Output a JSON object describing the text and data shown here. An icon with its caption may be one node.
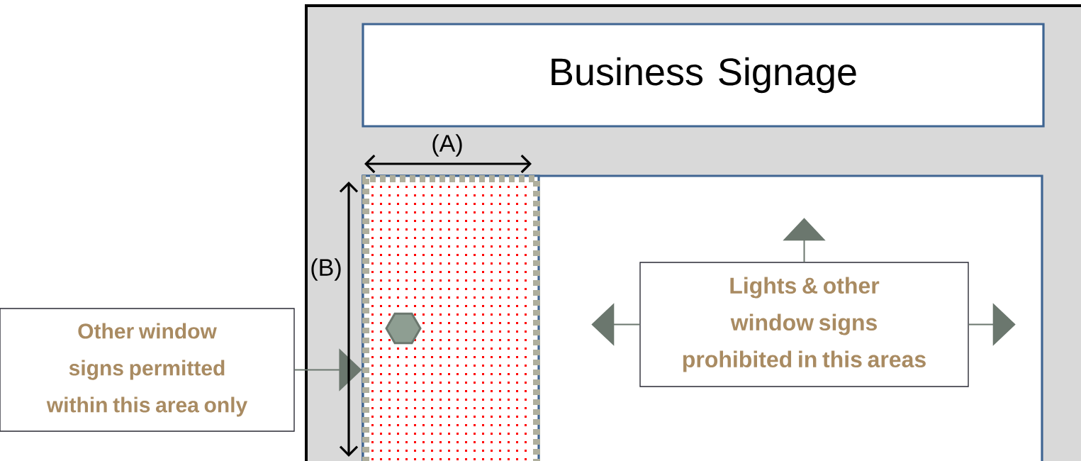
{
  "diagram": {
    "nodes": [
      {
        "text": [
          "Business Signage"
        ]
      },
      {
        "text": [],
        "shape": "box"
      },
      {
        "text": [
          "Lights & other window signs prohibited in this areas"
        ],
        "in": 1
      },
      {
        "text": [],
        "shape": "box",
        "in": 1
      },
      {
        "text": [
          "Other window signs permitted within this area only"
        ]
      }
    ],
    "edges": [
      {
        "from": 4,
        "to": 3,
        "arrow": "to"
      },
      {
        "from": 2,
        "to": null,
        "arrow": "to"
      },
      {
        "from": 2,
        "to": null,
        "arrow": "to"
      },
      {
        "from": 2,
        "to": null,
        "arrow": "to"
      }
    ],
    "labels": [
      "(A)",
      "(B)"
    ]
  }
}
